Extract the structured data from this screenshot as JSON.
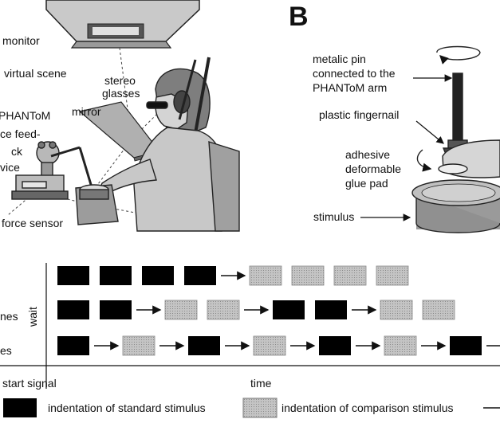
{
  "panel_a": {
    "labels": {
      "monitor": "monitor",
      "virtual_scene": "virtual  scene",
      "stereo_line1": "stereo",
      "stereo_line2": "glasses",
      "mirror": "mirror",
      "phantom_line1": "PHANToM",
      "phantom_line2": "ce feed-",
      "phantom_line3": "ck",
      "phantom_line4": "vice",
      "force_sensor": "force sensor"
    }
  },
  "panel_b": {
    "letter": "B",
    "labels": {
      "pin_line1": "metalic pin",
      "pin_line2": "connected to the",
      "pin_line3": "PHANToM arm",
      "fingernail": "plastic fingernail",
      "glue_line1": "adhesive",
      "glue_line2": "deformable",
      "glue_line3": "glue pad",
      "stimulus": "stimulus"
    }
  },
  "timeline": {
    "wait_label": "wait",
    "row_labels": [
      "",
      "nes",
      "es"
    ],
    "start_label": "start signal",
    "time_label": "time",
    "rows": [
      [
        "S",
        "S",
        "S",
        "S",
        "A",
        "C",
        "C",
        "C",
        "C"
      ],
      [
        "S",
        "S",
        "A",
        "C",
        "C",
        "A",
        "S",
        "S",
        "A",
        "C",
        "C"
      ],
      [
        "S",
        "A",
        "C",
        "A",
        "S",
        "A",
        "C",
        "A",
        "S",
        "A",
        "C",
        "A",
        "S",
        "A"
      ]
    ]
  },
  "legend": {
    "standard": "indentation of standard stimulus",
    "comparison": "indentation of comparison stimulus"
  },
  "colors": {
    "standard": "#000000",
    "comparison": "#b8b8b8",
    "ink": "#111111"
  }
}
